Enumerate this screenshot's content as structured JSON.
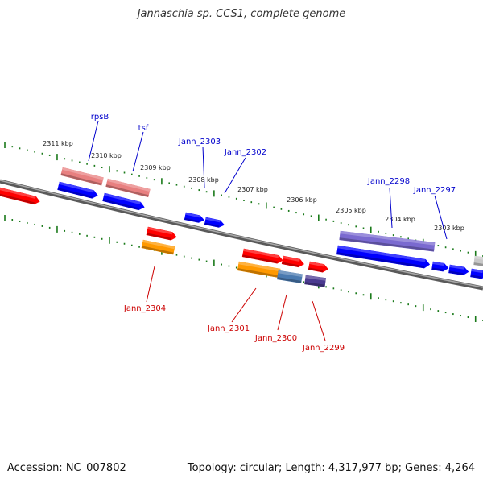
{
  "title": "Jannaschia sp. CCS1, complete genome",
  "footer": {
    "accession": "Accession: NC_007802",
    "summary": "Topology: circular; Length: 4,317,977 bp; Genes: 4,264"
  },
  "colors": {
    "backbone": "#7a7a7a",
    "tick": "#1a7a1a",
    "label_top": "#0000cc",
    "label_bottom": "#cc0000",
    "gene_red": "#ff0000",
    "gene_blue": "#0000ff",
    "gene_pink": "#e88080",
    "gene_orange": "#ff9900",
    "gene_purple": "#7a6ad0",
    "gene_darkpurple": "#4a3a90",
    "gene_steel": "#4a7ab0",
    "gene_grey": "#c8c8c8"
  },
  "scale_labels": [
    "2311 kbp",
    "2310 kbp",
    "2309 kbp",
    "2308 kbp",
    "2307 kbp",
    "2306 kbp",
    "2305 kbp",
    "2304 kbp",
    "2303 kbp"
  ],
  "top_labels": [
    "rpsB",
    "tsf",
    "Jann_2303",
    "Jann_2302",
    "Jann_2298",
    "Jann_2297"
  ],
  "bottom_labels": [
    "Jann_2304",
    "Jann_2301",
    "Jann_2300",
    "Jann_2299"
  ]
}
